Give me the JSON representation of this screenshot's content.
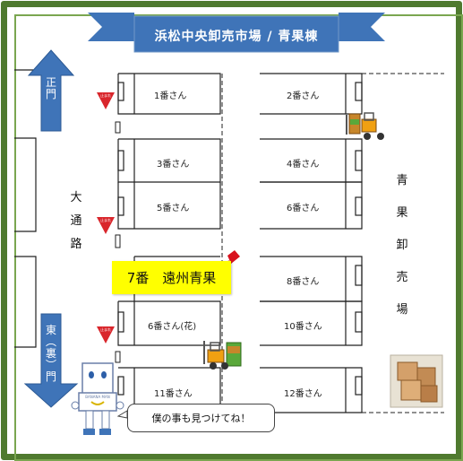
{
  "title": "浜松中央卸売市場 / 青果棟",
  "entrances": {
    "main_gate": [
      "正",
      "門"
    ],
    "east_gate": [
      "東",
      "︵",
      "裏",
      "︶",
      "門"
    ]
  },
  "road_label": [
    "大",
    "通",
    "路"
  ],
  "building_label": [
    "青",
    "果",
    "卸",
    "売",
    "場"
  ],
  "stalls": {
    "s1": "1番さん",
    "s2": "2番さん",
    "s3": "3番さん",
    "s4": "4番さん",
    "s5": "5番さん",
    "s6": "6番さん",
    "s8": "8番さん",
    "s9": "6番さん(花)",
    "s10": "10番さん",
    "s11": "11番さん",
    "s12": "12番さん"
  },
  "highlight": "7番　遠州青果",
  "stop_sign_text": "止まれ",
  "mascot_label": "BANANA MAN",
  "speech": "僕の事も見つけてね！",
  "colors": {
    "frame": "#4f7a2f",
    "arrow": "#3f74b8",
    "highlight": "#ffff00",
    "stop": "#d9262c",
    "pin": "#d8121e"
  },
  "icons": [
    "forklift-icon",
    "forklift-icon",
    "boxes-icon",
    "stop-sign-icon",
    "location-pin-icon",
    "mascot-icon"
  ]
}
